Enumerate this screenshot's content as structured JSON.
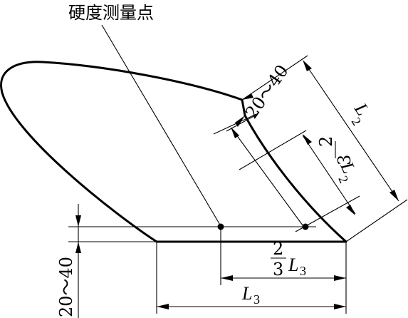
{
  "labels": {
    "hardness_point": "硬度测量点",
    "range_vertical": "20～40",
    "range_tip": "20～40",
    "L2_symbol": "L",
    "L2_sub": "2",
    "frac_num": "2",
    "frac_den": "3",
    "frac_L2_symbol": "L",
    "frac_L2_sub": "2",
    "frac_L3_symbol": "L",
    "frac_L3_sub": "3",
    "L3_symbol": "L",
    "L3_sub": "3"
  }
}
